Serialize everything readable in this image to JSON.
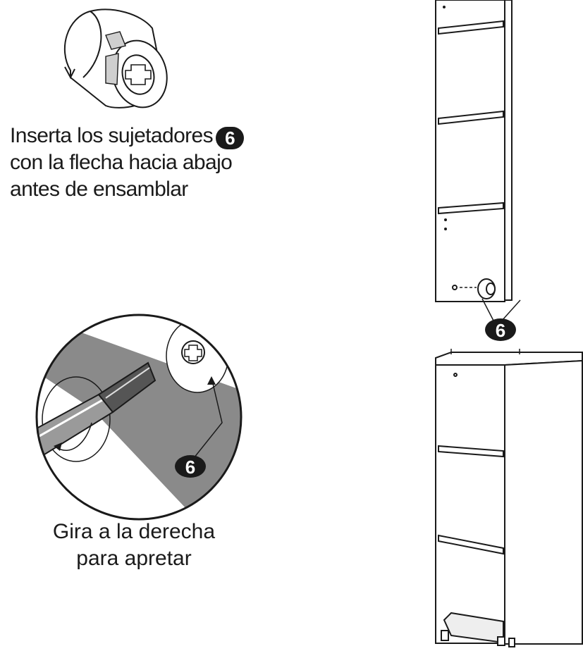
{
  "instructions": {
    "insert": {
      "line1": "Inserta los sujetadores",
      "line2": "con la flecha hacia abajo",
      "line3": "antes de ensamblar"
    },
    "turn": {
      "line1": "Gira a la derecha",
      "line2": "para apretar"
    }
  },
  "part_label": "6",
  "colors": {
    "ink": "#1a1a1a",
    "panel_gray": "#8a8a8a",
    "paper": "#ffffff"
  }
}
